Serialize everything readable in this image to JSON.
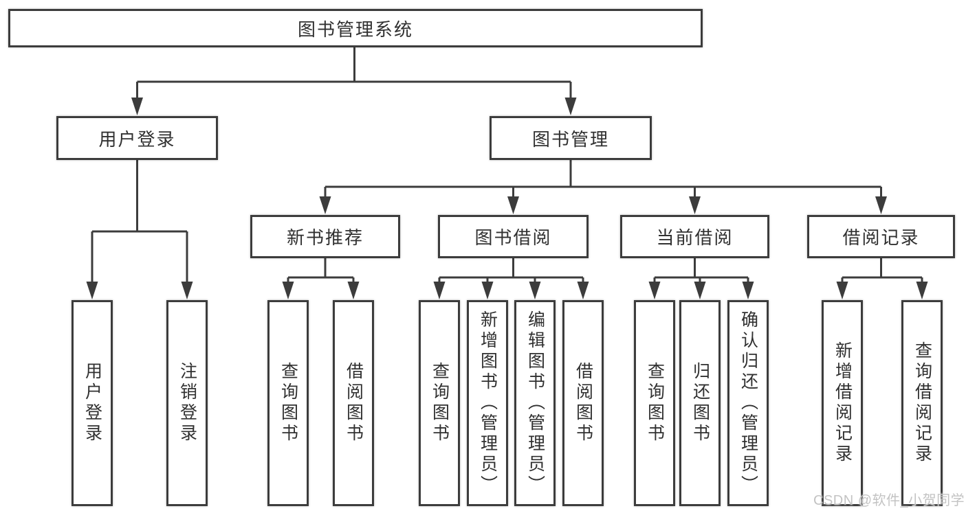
{
  "nodes": {
    "root": {
      "label": "图书管理系统"
    },
    "level2": [
      {
        "label": "用户登录"
      },
      {
        "label": "图书管理"
      }
    ],
    "level3": [
      {
        "label": "新书推荐"
      },
      {
        "label": "图书借阅"
      },
      {
        "label": "当前借阅"
      },
      {
        "label": "借阅记录"
      }
    ],
    "level4": [
      {
        "label": "用户登录"
      },
      {
        "label": "注销登录"
      },
      {
        "label": "查询图书"
      },
      {
        "label": "借阅图书"
      },
      {
        "label": "查询图书"
      },
      {
        "label": "新增图书（管理员）"
      },
      {
        "label": "编辑图书（管理员）"
      },
      {
        "label": "借阅图书"
      },
      {
        "label": "查询图书"
      },
      {
        "label": "归还图书"
      },
      {
        "label": "确认归还（管理员）"
      },
      {
        "label": "新增借阅记录"
      },
      {
        "label": "查询借阅记录"
      }
    ]
  },
  "hierarchy": {
    "图书管理系统": [
      "用户登录",
      "图书管理"
    ],
    "用户登录": [
      "用户登录",
      "注销登录"
    ],
    "图书管理": [
      "新书推荐",
      "图书借阅",
      "当前借阅",
      "借阅记录"
    ],
    "新书推荐": [
      "查询图书",
      "借阅图书"
    ],
    "图书借阅": [
      "查询图书",
      "新增图书（管理员）",
      "编辑图书（管理员）",
      "借阅图书"
    ],
    "当前借阅": [
      "查询图书",
      "归还图书",
      "确认归还（管理员）"
    ],
    "借阅记录": [
      "新增借阅记录",
      "查询借阅记录"
    ]
  },
  "watermark": {
    "text": "CSDN @软件_小贺同学"
  },
  "colors": {
    "line": "#3c3c3c",
    "text": "#303030",
    "node_background": "#ffffff",
    "page_background": "#ffffff",
    "watermark": "#c3c3c3"
  }
}
